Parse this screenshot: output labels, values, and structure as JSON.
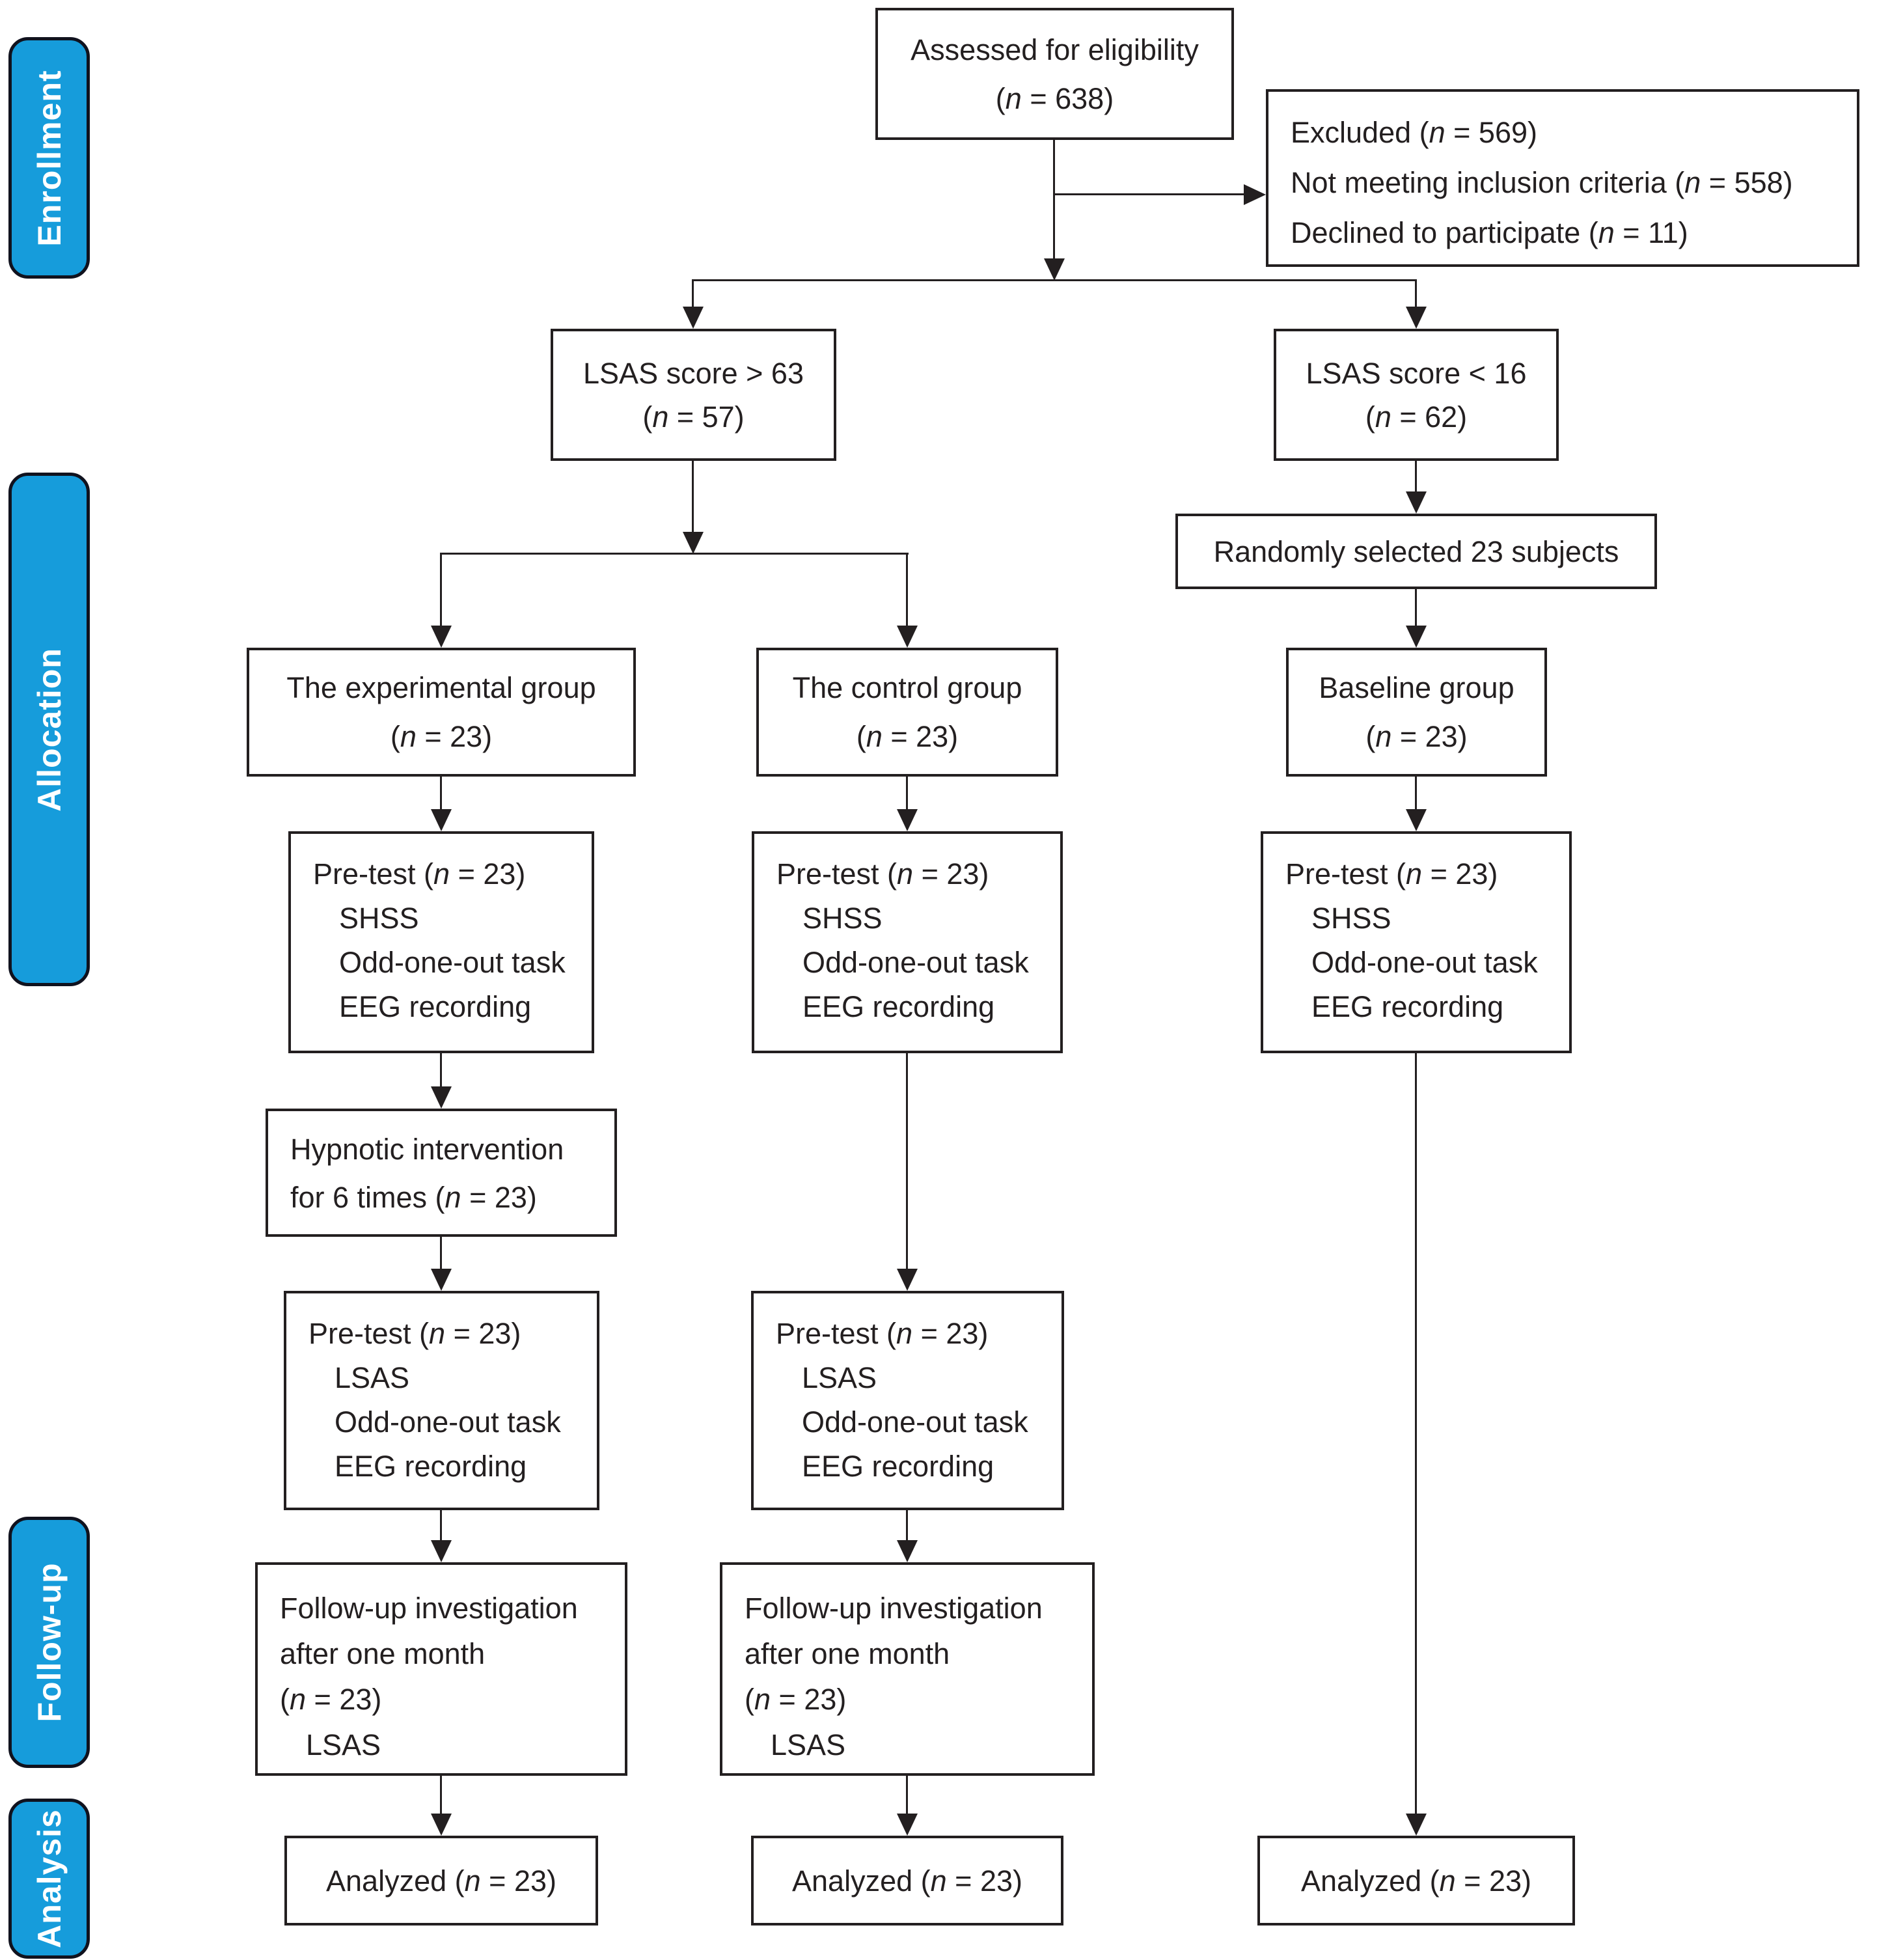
{
  "colors": {
    "accent": "#169CDB",
    "ink": "#231F20"
  },
  "sidebar": [
    {
      "label": "Enrollment"
    },
    {
      "label": "Allocation"
    },
    {
      "label": "Follow-up"
    },
    {
      "label": "Analysis"
    }
  ],
  "boxes": {
    "assessed": {
      "title": "Assessed for eligibility",
      "count": "(n = 638)"
    },
    "excluded": {
      "lines": [
        "Excluded (n = 569)",
        "Not meeting inclusion criteria (n = 558)",
        "Declined to participate (n = 11)"
      ]
    },
    "lsas_high": {
      "title": "LSAS score > 63",
      "count": "(n = 57)"
    },
    "lsas_low": {
      "title": "LSAS score < 16",
      "count": "(n = 62)"
    },
    "random": {
      "title": "Randomly selected 23 subjects"
    },
    "group_exp": {
      "title": "The experimental group",
      "count": "(n = 23)"
    },
    "group_ctrl": {
      "title": "The control group",
      "count": "(n = 23)"
    },
    "group_base": {
      "title": "Baseline group",
      "count": "(n = 23)"
    },
    "pretest_shss": {
      "title": "Pre-test (n = 23)",
      "items": [
        "SHSS",
        "Odd-one-out task",
        "EEG recording"
      ]
    },
    "hypnotic": {
      "lines": [
        "Hypnotic intervention",
        "for 6 times (n = 23)"
      ]
    },
    "pretest_lsas": {
      "title": "Pre-test (n = 23)",
      "items": [
        "LSAS",
        "Odd-one-out task",
        "EEG recording"
      ]
    },
    "followup": {
      "lines": [
        "Follow-up investigation",
        "after one month",
        "(n = 23)"
      ],
      "items": [
        "LSAS"
      ]
    },
    "analyzed": {
      "title": "Analyzed (n = 23)"
    }
  }
}
